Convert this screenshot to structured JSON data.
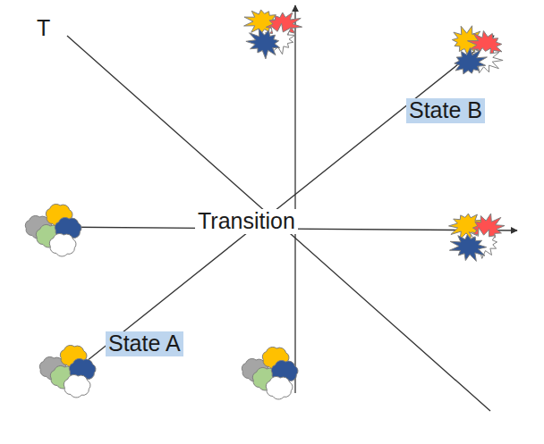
{
  "diagram": {
    "nodes": [
      {
        "text": [
          "State B"
        ]
      },
      {
        "text": [
          "State A"
        ]
      }
    ],
    "labels": [
      "T",
      "Transition"
    ]
  }
}
